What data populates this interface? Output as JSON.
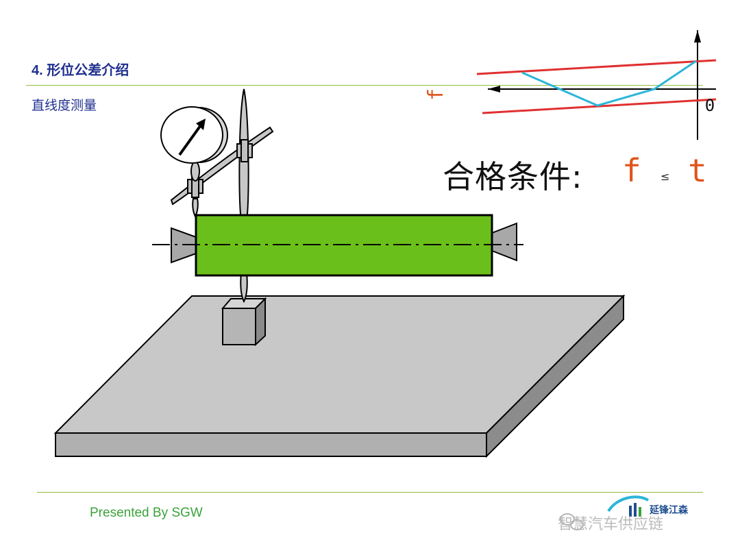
{
  "header": {
    "title": "4. 形位公差介绍",
    "subtitle": "直线度测量"
  },
  "diagram": {
    "f_label": "f",
    "zero_label": "0"
  },
  "condition": {
    "label": "合格条件:",
    "f": "f",
    "relation": "≤",
    "t": "t"
  },
  "footer": {
    "presented_by": "Presented By SGW",
    "logo_text": "延锋江森"
  },
  "watermark": {
    "text": "智慧汽车供应链"
  },
  "colors": {
    "title_blue": "#1f2f8f",
    "rule_green": "#8fbc3f",
    "shaft_green": "#6bbf1a",
    "plate_gray": "#c8c8c8",
    "tolerance_red": "#e03030",
    "profile_cyan": "#2bb5d8",
    "footer_green": "#3aa23a"
  }
}
